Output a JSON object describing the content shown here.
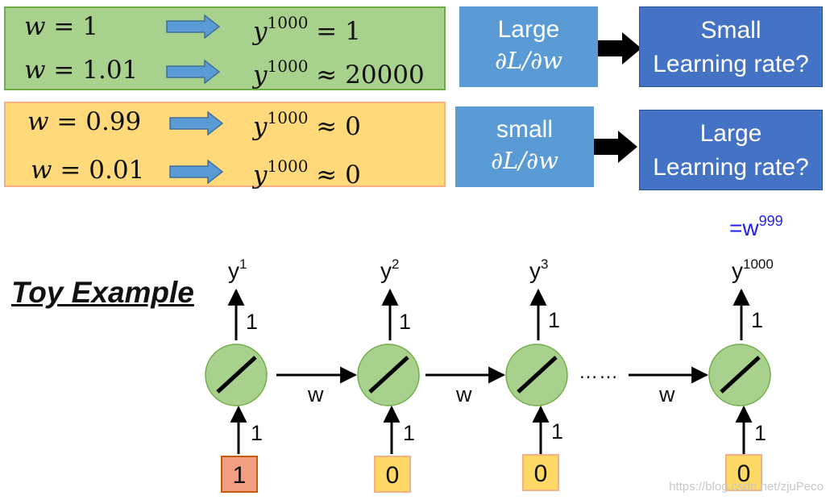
{
  "top_rows": [
    {
      "w": "1",
      "rel": "=",
      "y": "1"
    },
    {
      "w": "1.01",
      "rel": "≈",
      "y": "20000"
    },
    {
      "w": "0.99",
      "rel": "≈",
      "y": "0"
    },
    {
      "w": "0.01",
      "rel": "≈",
      "y": "0"
    }
  ],
  "math": {
    "w_var": "w",
    "eq": "=",
    "y_var": "y",
    "y_exp": "1000"
  },
  "grad_large": {
    "line1": "Large",
    "line2": "∂L/∂w"
  },
  "grad_small": {
    "line1": "small",
    "line2": "∂L/∂w"
  },
  "lr_small": {
    "line1": "Small",
    "line2": "Learning rate?"
  },
  "lr_large": {
    "line1": "Large",
    "line2": "Learning rate?"
  },
  "toy_title": "Toy Example",
  "annotation": {
    "base": "=w",
    "exp": "999"
  },
  "nodes": [
    {
      "y_base": "y",
      "y_exp": "1",
      "out_weight": "1",
      "in_weight": "1",
      "input": "1"
    },
    {
      "y_base": "y",
      "y_exp": "2",
      "out_weight": "1",
      "in_weight": "1",
      "input": "0"
    },
    {
      "y_base": "y",
      "y_exp": "3",
      "out_weight": "1",
      "in_weight": "1",
      "input": "0"
    },
    {
      "y_base": "y",
      "y_exp": "1000",
      "out_weight": "1",
      "in_weight": "1",
      "input": "0"
    }
  ],
  "recurrent_weight": "w",
  "ellipsis": "……",
  "watermark": "https://blog.csdn.net/zjuPeco",
  "colors": {
    "green_box": "#a9d18e",
    "orange_box": "#ffd97a",
    "grad_box": "#5b9bd5",
    "lr_box": "#4472c4",
    "node_fill": "#a9d18e",
    "node_stroke": "#70ad47",
    "annotation": "#2222ee"
  }
}
